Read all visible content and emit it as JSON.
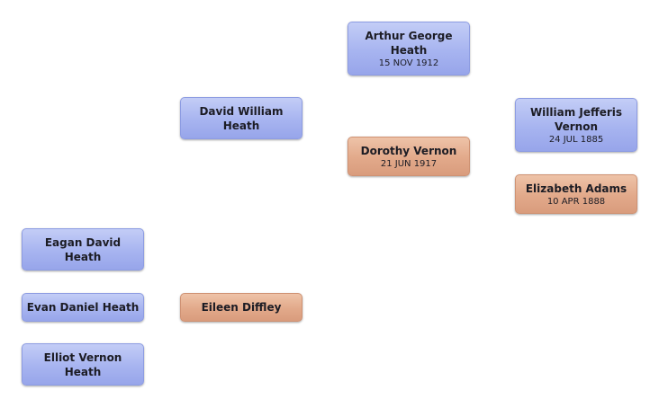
{
  "people": {
    "arthur": {
      "name": "Arthur George\nHeath",
      "date": "15 NOV 1912"
    },
    "david": {
      "name": "David William\nHeath"
    },
    "dorothy": {
      "name": "Dorothy  Vernon",
      "date": "21 JUN 1917"
    },
    "william": {
      "name": "William Jefferis\nVernon",
      "date": "24 JUL 1885"
    },
    "elizabeth": {
      "name": "Elizabeth  Adams",
      "date": "10 APR 1888"
    },
    "eagan": {
      "name": "Eagan David\nHeath"
    },
    "evan": {
      "name": "Evan Daniel  Heath"
    },
    "eileen": {
      "name": "Eileen  Diffley"
    },
    "elliot": {
      "name": "Elliot Vernon\nHeath"
    }
  },
  "colors": {
    "male": "#a7b4f0",
    "female": "#e2a98a"
  }
}
